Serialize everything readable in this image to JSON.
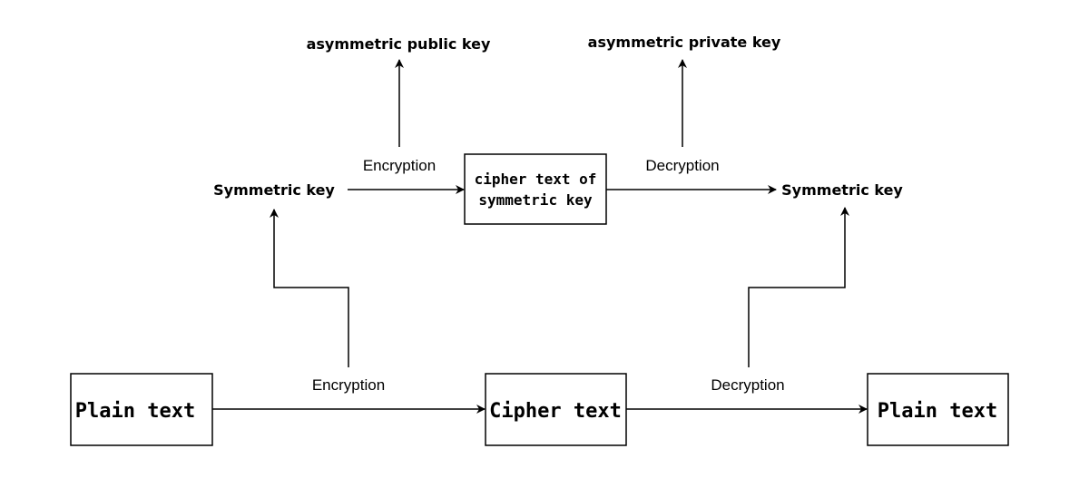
{
  "nodes": {
    "plain_text_left": "Plain text",
    "cipher_text": "Cipher text",
    "plain_text_right": "Plain text",
    "symmetric_key_left": "Symmetric key",
    "symmetric_key_right": "Symmetric key",
    "cipher_text_sym_key": [
      "cipher text of",
      "symmetric key"
    ],
    "asym_public_key": "asymmetric public key",
    "asym_private_key": "asymmetric private key"
  },
  "edges": {
    "bottom_encryption": "Encryption",
    "bottom_decryption": "Decryption",
    "top_encryption": "Encryption",
    "top_decryption": "Decryption"
  }
}
